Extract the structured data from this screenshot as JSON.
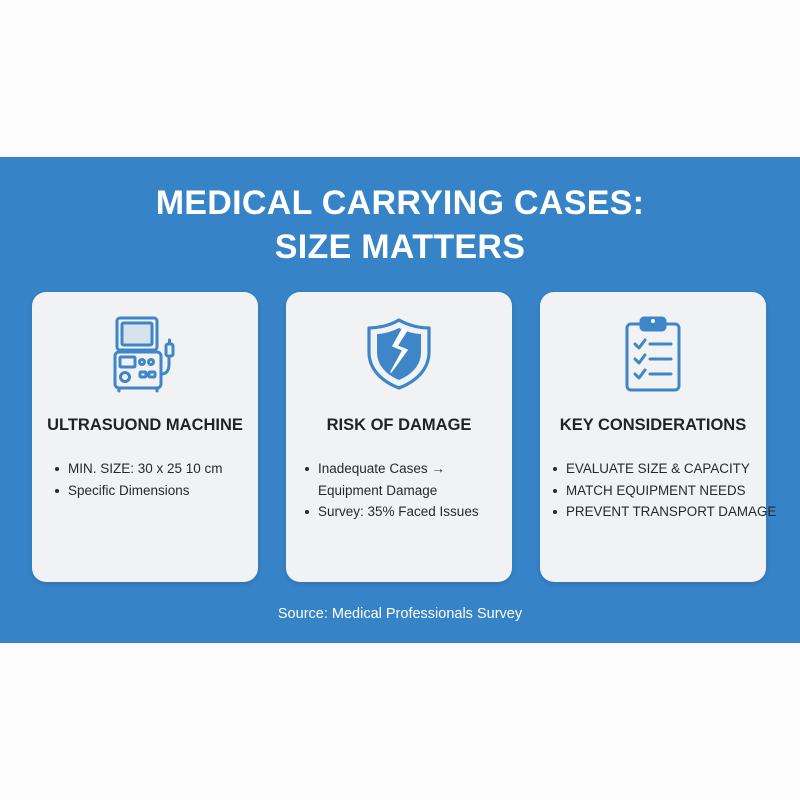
{
  "title": {
    "line1": "MEDICAL CARRYING CASES:",
    "line2": "SIZE MATTERS"
  },
  "colors": {
    "banner": "#3683c7",
    "card": "#f1f2f3",
    "icon": "#3f86c8"
  },
  "cards": [
    {
      "icon": "ultrasound-machine-icon",
      "title": "ULTRASUOND MACHINE",
      "bullets": [
        "MIN. SIZE: 30 x 25 10 cm",
        "Specific Dimensions"
      ]
    },
    {
      "icon": "broken-shield-icon",
      "title": "RISK OF DAMAGE",
      "bullets": [
        "Inadequate Cases →",
        "Equipment Damage",
        "Survey: 35% Faced Issues"
      ]
    },
    {
      "icon": "clipboard-checklist-icon",
      "title": "KEY CONSIDERATIONS",
      "bullets": [
        "EVALUATE SIZE & CAPACITY",
        "MATCH EQUIPMENT NEEDS",
        "PREVENT TRANSPORT DAMAGE"
      ]
    }
  ],
  "source": "Source: Medical Professionals Survey"
}
